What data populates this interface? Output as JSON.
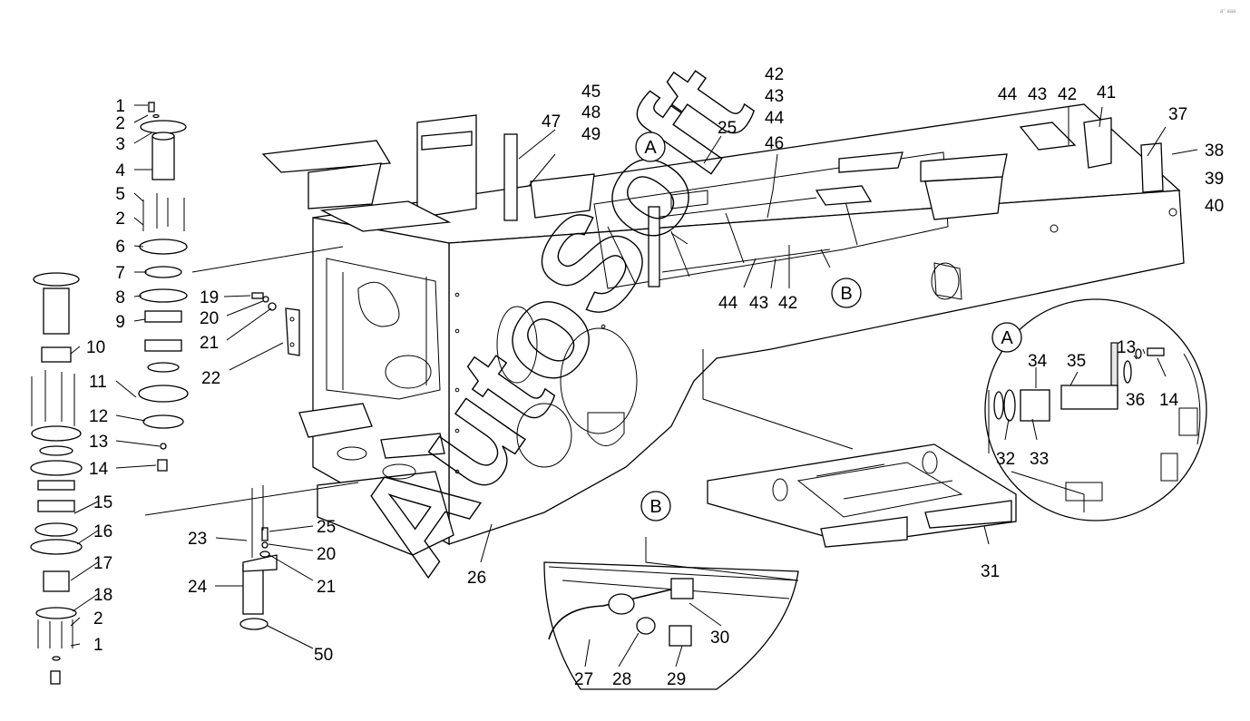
{
  "watermark": "AutoSoft",
  "corner_mark": "a° aaa",
  "detail_labels": [
    "A",
    "A",
    "B",
    "B"
  ],
  "part_numbers": {
    "n1_top": "1",
    "n2_top": "2",
    "n3": "3",
    "n4": "4",
    "n5": "5",
    "n2_mid": "2",
    "n6": "6",
    "n7": "7",
    "n8": "8",
    "n9": "9",
    "n10": "10",
    "n11": "11",
    "n12": "12",
    "n13_left": "13",
    "n14_left": "14",
    "n15": "15",
    "n16": "16",
    "n17": "17",
    "n18": "18",
    "n2_bot": "2",
    "n1_bot": "1",
    "n19": "19",
    "n20_top": "20",
    "n21_top": "21",
    "n22": "22",
    "n23": "23",
    "n24": "24",
    "n25_bot": "25",
    "n20_bot": "20",
    "n21_bot": "21",
    "n50": "50",
    "n26": "26",
    "n47": "47",
    "n45": "45",
    "n48": "48",
    "n49": "49",
    "n25_top": "25",
    "n42_a": "42",
    "n43_a": "43",
    "n44_a": "44",
    "n46": "46",
    "n44_b": "44",
    "n43_b": "43",
    "n42_b": "42",
    "n44_c": "44",
    "n43_c": "43",
    "n42_c": "42",
    "n41": "41",
    "n37": "37",
    "n38": "38",
    "n39": "39",
    "n40": "40",
    "n13_det": "13",
    "n34": "34",
    "n35": "35",
    "n36": "36",
    "n14_det": "14",
    "n32": "32",
    "n33": "33",
    "n31": "31",
    "n30": "30",
    "n27": "27",
    "n28": "28",
    "n29": "29"
  }
}
